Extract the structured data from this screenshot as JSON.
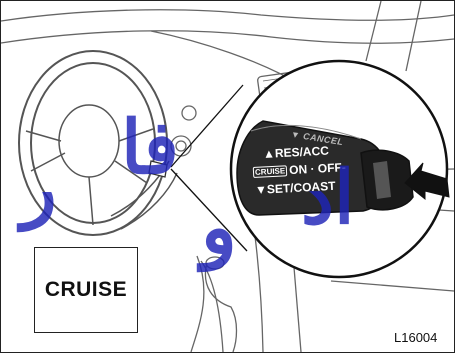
{
  "figure": {
    "cruise_indicator": "CRUISE",
    "figure_code": "L16004",
    "lever": {
      "cancel": "▼ CANCEL",
      "res_acc": "▲RES/ACC",
      "on_off": "ON · OFF-",
      "on_off_tag": "CRUISE",
      "set_coast": "▼SET/COAST"
    }
  },
  "watermark": {
    "line1": "ﺍﺩ",
    "line2": "ﻭ",
    "line3": "ﻓﺎ",
    "line4": "ﺭ",
    "color": "#1f24b8"
  },
  "icons": [
    "steering-wheel-icon",
    "cruise-control-lever-icon",
    "pointing-arrow-icon"
  ]
}
